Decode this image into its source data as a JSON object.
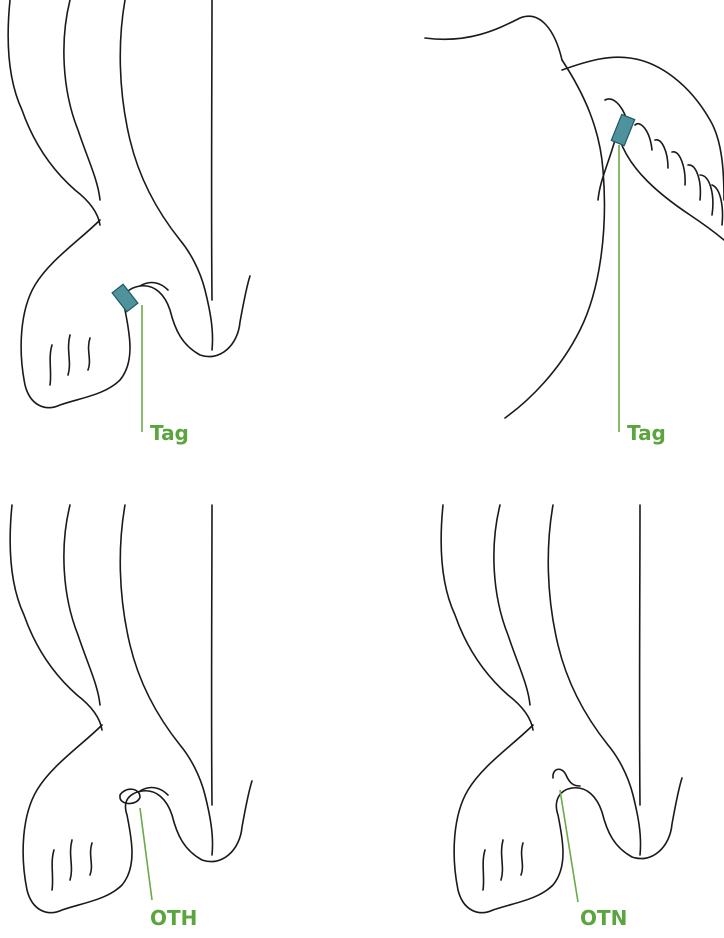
{
  "panels": [
    {
      "label": "Tag"
    },
    {
      "label": "Tag"
    },
    {
      "label": "OTH"
    },
    {
      "label": "OTN"
    }
  ],
  "colors": {
    "label": "#5aa53e",
    "leader": "#6aaa4a",
    "tag": "#4f929b",
    "outline": "#1a1a1a"
  }
}
